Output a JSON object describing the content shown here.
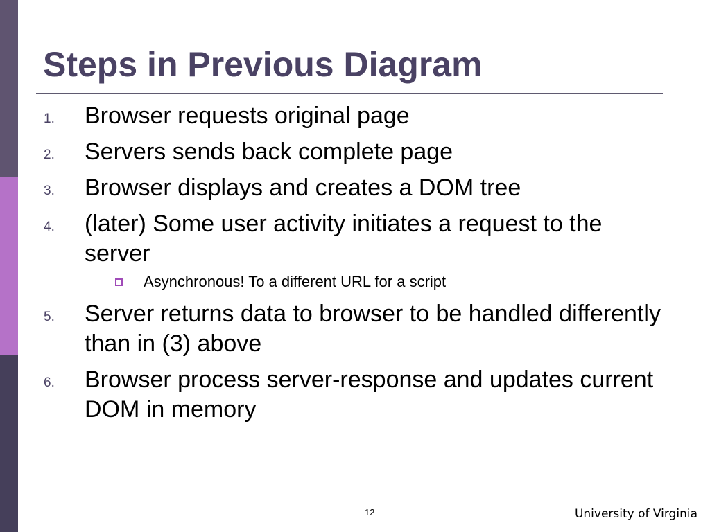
{
  "slide": {
    "title": "Steps in Previous Diagram",
    "items": [
      {
        "num": "1.",
        "text": "Browser requests original page"
      },
      {
        "num": "2.",
        "text": "Servers sends back complete page"
      },
      {
        "num": "3.",
        "text": "Browser displays and creates a DOM tree"
      },
      {
        "num": "4.",
        "text": "(later) Some user activity initiates a request to the server"
      },
      {
        "num": "5.",
        "text": "Server returns data to browser to be handled differently than in (3) above"
      },
      {
        "num": "6.",
        "text": "Browser process server-response and updates current DOM in memory"
      }
    ],
    "subitems": [
      {
        "text": "Asynchronous! To a different URL for a script"
      }
    ],
    "page_number": "12",
    "footer": "University of Virginia"
  },
  "colors": {
    "title": "#4a4264",
    "band_top": "#5f5470",
    "band_mid": "#b572c8",
    "band_bottom": "#453f5a",
    "bullet_accent": "#a04bb8"
  }
}
